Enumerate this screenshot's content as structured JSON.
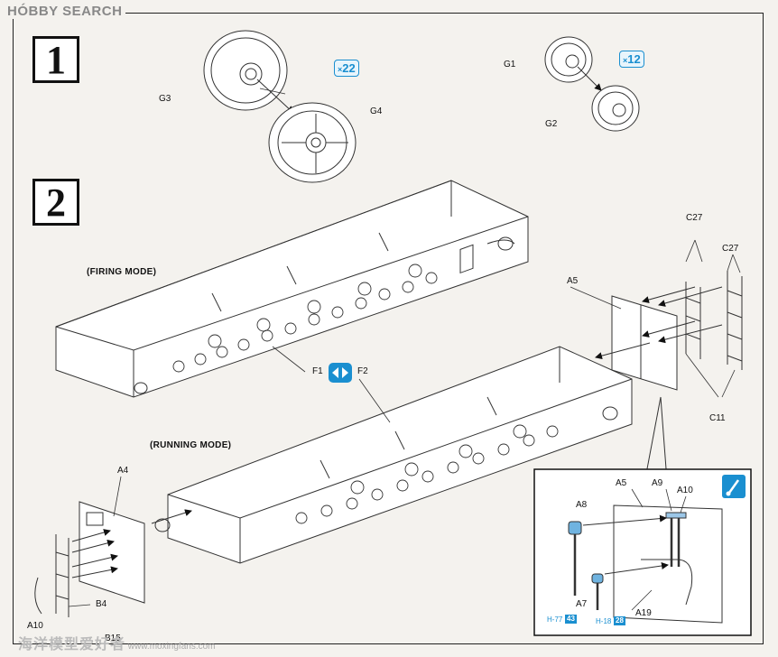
{
  "header": {
    "logo_text": "HÓBBY SEARCH"
  },
  "steps": [
    {
      "number": "1"
    },
    {
      "number": "2"
    }
  ],
  "step1": {
    "parts": {
      "g3": "G3",
      "g4": "G4",
      "g1": "G1",
      "g2": "G2"
    },
    "qty_large": {
      "prefix": "×",
      "value": "22"
    },
    "qty_small": {
      "prefix": "×",
      "value": "12"
    }
  },
  "step2": {
    "modes": {
      "firing": "(FIRING MODE)",
      "running": "(RUNNING MODE)"
    },
    "parts": {
      "f1": "F1",
      "f2": "F2",
      "a5": "A5",
      "c27_a": "C27",
      "c27_b": "C27",
      "c11": "C11",
      "a4": "A4",
      "b4": "B4",
      "b15": "B15",
      "a10_left": "A10"
    },
    "inset": {
      "parts": {
        "a8": "A8",
        "a5": "A5",
        "a9": "A9",
        "a10": "A10",
        "a7": "A7",
        "a19": "A19"
      },
      "paint_chips": [
        {
          "prefix": "H-77",
          "code": "43"
        },
        {
          "prefix": "H-18",
          "code": "28"
        }
      ]
    }
  },
  "footer": {
    "watermark_cn": "海洋模型爱好者",
    "watermark_url": "www.moxingfans.com"
  },
  "colors": {
    "accent_blue": "#1a8fd0",
    "line": "#333333",
    "paper": "#f4f2ee"
  }
}
